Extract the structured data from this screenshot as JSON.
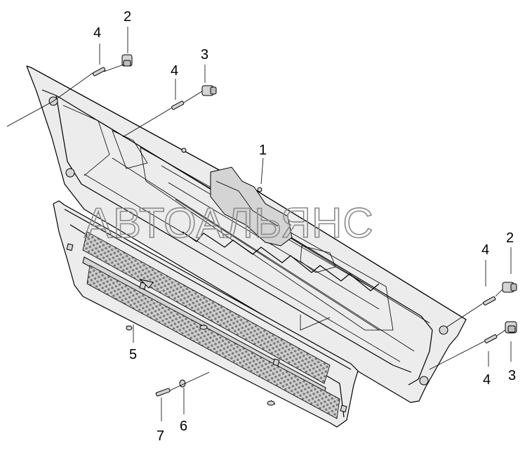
{
  "diagram": {
    "watermark": "АВТОАЛЬЯНС",
    "callouts": [
      {
        "id": "c1",
        "label": "1"
      },
      {
        "id": "c2a",
        "label": "2"
      },
      {
        "id": "c2b",
        "label": "2"
      },
      {
        "id": "c3a",
        "label": "3"
      },
      {
        "id": "c3b",
        "label": "3"
      },
      {
        "id": "c4a",
        "label": "4"
      },
      {
        "id": "c4b",
        "label": "4"
      },
      {
        "id": "c4c",
        "label": "4"
      },
      {
        "id": "c4d",
        "label": "4"
      },
      {
        "id": "c5",
        "label": "5"
      },
      {
        "id": "c6",
        "label": "6"
      },
      {
        "id": "c7",
        "label": "7"
      }
    ],
    "colors": {
      "line": "#000000",
      "watermark": "#8a8a8a",
      "part_fill": "#ececec",
      "mesh_fill": "#d0d0d0"
    }
  }
}
